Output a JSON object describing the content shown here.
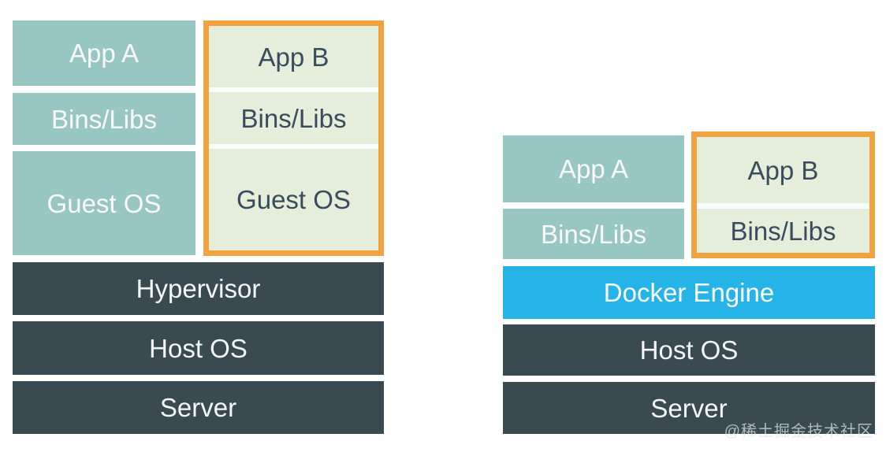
{
  "colors": {
    "teal_box": "#98c6c3",
    "container_green": "#e5eeda",
    "container_border_orange": "#f1a33f",
    "infrastructure_dark": "#3a4a51",
    "docker_engine_blue": "#26b3e8",
    "light_text": "#f8fbfa",
    "dark_text": "#394c5e",
    "watermark_gray": "#dee4e7"
  },
  "vm_stack": {
    "host_boxes": [
      {
        "label": "App A"
      },
      {
        "label": "Bins/Libs"
      },
      {
        "label": "Guest OS"
      }
    ],
    "container_boxes": [
      {
        "label": "App B"
      },
      {
        "label": "Bins/Libs"
      },
      {
        "label": "Guest OS"
      }
    ],
    "infra_boxes": [
      {
        "label": "Hypervisor"
      },
      {
        "label": "Host OS"
      },
      {
        "label": "Server"
      }
    ]
  },
  "docker_stack": {
    "host_boxes": [
      {
        "label": "App A"
      },
      {
        "label": "Bins/Libs"
      }
    ],
    "container_boxes": [
      {
        "label": "App B"
      },
      {
        "label": "Bins/Libs"
      }
    ],
    "engine": {
      "label": "Docker Engine"
    },
    "infra_boxes": [
      {
        "label": "Host OS"
      },
      {
        "label": "Server"
      }
    ]
  },
  "watermark": {
    "text": "@稀土掘金技术社区"
  }
}
